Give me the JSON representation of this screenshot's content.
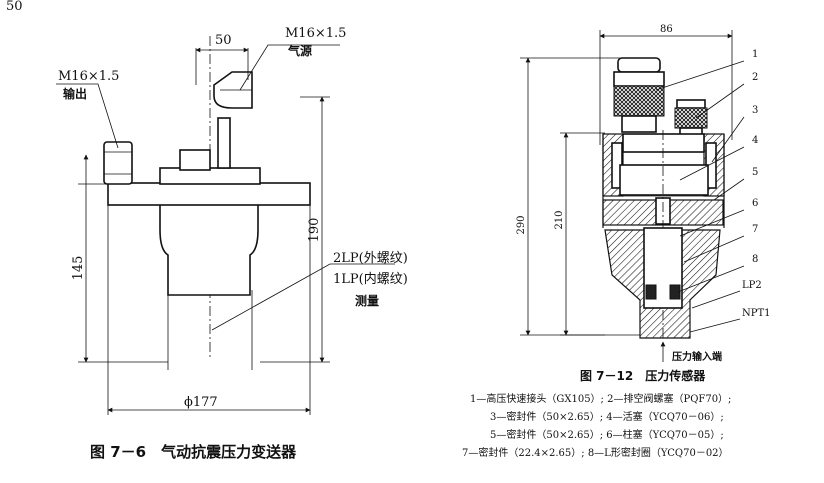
{
  "fig6": {
    "top_fragment": "50",
    "dim_top": "50",
    "air_thread": "M16×1.5",
    "air_label": "气源",
    "out_thread": "M16×1.5",
    "out_label": "输出",
    "dim_190": "190",
    "dim_145": "145",
    "thread_outer": "2LP(外螺纹)",
    "thread_inner": "1LP(内螺纹)",
    "measure": "测量",
    "dia": "ϕ177",
    "caption": "图 7－6　气动抗震压力变送器"
  },
  "fig12": {
    "dim_86": "86",
    "dim_290": "290",
    "dim_210": "210",
    "callouts": [
      "1",
      "2",
      "3",
      "4",
      "5",
      "6",
      "7",
      "8",
      "LP2",
      "NPT1"
    ],
    "input_label": "压力输入端",
    "caption": "图 7－12　压力传感器",
    "legend": [
      "1—高压快速接头（GX105）; 2—排空阀螺塞（PQF70）;",
      "3—密封件（50×2.65）; 4—活塞（YCQ70－06）;",
      "5—密封件（50×2.65）; 6—柱塞（YCQ70－05）;",
      "7—密封件（22.4×2.65）; 8—L形密封圈（YCQ70－02）"
    ]
  }
}
